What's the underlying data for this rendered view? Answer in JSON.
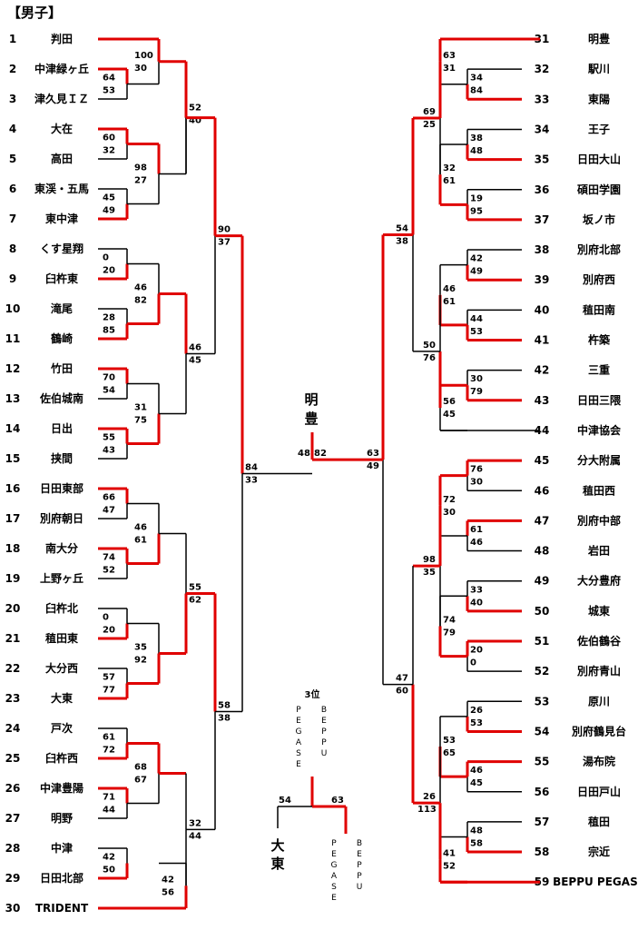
{
  "title": "【男子】",
  "teams_left": [
    {
      "no": "1",
      "name": "判田"
    },
    {
      "no": "2",
      "name": "中津緑ヶ丘"
    },
    {
      "no": "3",
      "name": "津久見ＩＺ"
    },
    {
      "no": "4",
      "name": "大在"
    },
    {
      "no": "5",
      "name": "高田"
    },
    {
      "no": "6",
      "name": "東渓・五馬"
    },
    {
      "no": "7",
      "name": "東中津"
    },
    {
      "no": "8",
      "name": "くす星翔"
    },
    {
      "no": "9",
      "name": "臼杵東"
    },
    {
      "no": "10",
      "name": "滝尾"
    },
    {
      "no": "11",
      "name": "鶴崎"
    },
    {
      "no": "12",
      "name": "竹田"
    },
    {
      "no": "13",
      "name": "佐伯城南"
    },
    {
      "no": "14",
      "name": "日出"
    },
    {
      "no": "15",
      "name": "挟間"
    },
    {
      "no": "16",
      "name": "日田東部"
    },
    {
      "no": "17",
      "name": "別府朝日"
    },
    {
      "no": "18",
      "name": "南大分"
    },
    {
      "no": "19",
      "name": "上野ヶ丘"
    },
    {
      "no": "20",
      "name": "臼杵北"
    },
    {
      "no": "21",
      "name": "稙田東"
    },
    {
      "no": "22",
      "name": "大分西"
    },
    {
      "no": "23",
      "name": "大東"
    },
    {
      "no": "24",
      "name": "戸次"
    },
    {
      "no": "25",
      "name": "臼杵西"
    },
    {
      "no": "26",
      "name": "中津豊陽"
    },
    {
      "no": "27",
      "name": "明野"
    },
    {
      "no": "28",
      "name": "中津"
    },
    {
      "no": "29",
      "name": "日田北部"
    },
    {
      "no": "30",
      "name": "TRIDENT"
    }
  ],
  "teams_right": [
    {
      "no": "31",
      "name": "明豊"
    },
    {
      "no": "32",
      "name": "駅川"
    },
    {
      "no": "33",
      "name": "東陽"
    },
    {
      "no": "34",
      "name": "王子"
    },
    {
      "no": "35",
      "name": "日田大山"
    },
    {
      "no": "36",
      "name": "碩田学園"
    },
    {
      "no": "37",
      "name": "坂ノ市"
    },
    {
      "no": "38",
      "name": "別府北部"
    },
    {
      "no": "39",
      "name": "別府西"
    },
    {
      "no": "40",
      "name": "稙田南"
    },
    {
      "no": "41",
      "name": "杵築"
    },
    {
      "no": "42",
      "name": "三重"
    },
    {
      "no": "43",
      "name": "日田三隈"
    },
    {
      "no": "44",
      "name": "中津協会"
    },
    {
      "no": "45",
      "name": "分大附属"
    },
    {
      "no": "46",
      "name": "稙田西"
    },
    {
      "no": "47",
      "name": "別府中部"
    },
    {
      "no": "48",
      "name": "岩田"
    },
    {
      "no": "49",
      "name": "大分豊府"
    },
    {
      "no": "50",
      "name": "城東"
    },
    {
      "no": "51",
      "name": "佐伯鶴谷"
    },
    {
      "no": "52",
      "name": "別府青山"
    },
    {
      "no": "53",
      "name": "原川"
    },
    {
      "no": "54",
      "name": "別府鶴見台"
    },
    {
      "no": "55",
      "name": "湯布院"
    },
    {
      "no": "56",
      "name": "日田戸山"
    },
    {
      "no": "57",
      "name": "稙田"
    },
    {
      "no": "58",
      "name": "宗近"
    },
    {
      "no": "59",
      "name": "BEPPU PEGASE"
    }
  ],
  "champion": "明豊",
  "final_scores": {
    "left_semi": "48",
    "right_semi": "82"
  },
  "third_place": {
    "label": "3位",
    "winner": "大東",
    "team_a_vertical": "PEGASE",
    "team_a_vertical2": "BEPPU",
    "score_left": "54",
    "score_right": "63"
  },
  "colors": {
    "win": "#e00000",
    "line": "#000000"
  }
}
